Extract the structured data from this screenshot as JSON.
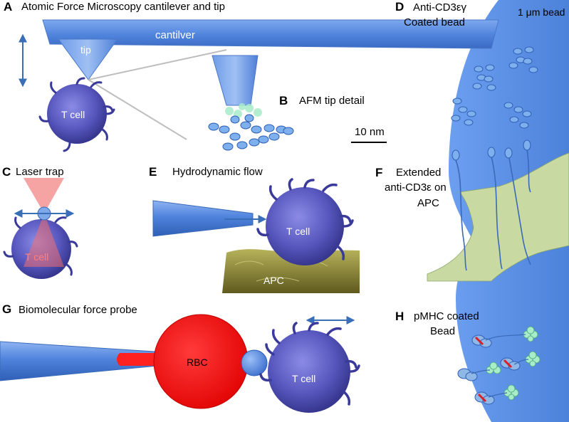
{
  "panels": {
    "A": {
      "letter": "A",
      "title": "Atomic Force Microscopy cantilever and tip",
      "cantilever": "cantilver",
      "tip": "tip",
      "cell": "T cell"
    },
    "B": {
      "letter": "B",
      "title": "AFM tip detail"
    },
    "scale_bar": "10 nm",
    "C": {
      "letter": "C",
      "title": "Laser trap",
      "cell": "T cell"
    },
    "D": {
      "letter": "D",
      "title_line1": "Anti-CD3εγ",
      "title_line2": "Coated bead",
      "bead": "1 μm bead"
    },
    "E": {
      "letter": "E",
      "title": "Hydrodynamic flow",
      "cell": "T cell",
      "apc": "APC"
    },
    "F": {
      "letter": "F",
      "title_line1": "Extended",
      "title_line2": "anti-CD3ε on",
      "title_line3": "APC"
    },
    "G": {
      "letter": "G",
      "title": "Biomolecular force probe",
      "rbc": "RBC",
      "cell": "T cell"
    },
    "H": {
      "letter": "H",
      "title_line1": "pMHC coated",
      "title_line2": "Bead"
    }
  },
  "colors": {
    "cantilever": "#4f7fd6",
    "tcell": "#5b5bc0",
    "bead_blue": "#4f84dc",
    "apc_green": "#c7d9a3",
    "rbc_red": "#ff2020",
    "laser": "#f28c8c",
    "arrow": "#3a6fb8"
  }
}
